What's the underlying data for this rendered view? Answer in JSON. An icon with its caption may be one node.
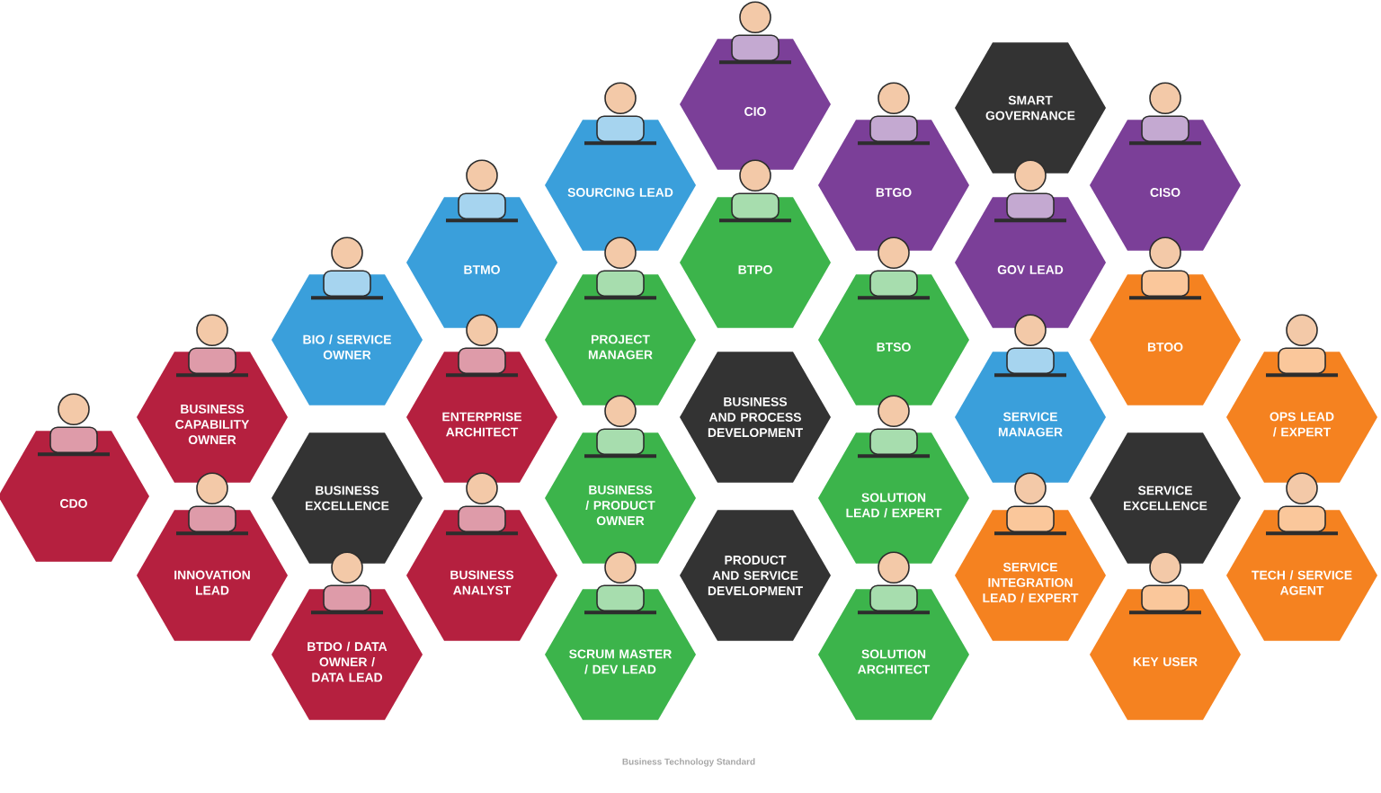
{
  "diagram": {
    "nodes": [
      {
        "text": [
          "CDO"
        ]
      },
      {
        "text": [
          "BUSINESS CAPABILITY OWNER"
        ]
      },
      {
        "text": [
          "INNOVATION LEAD"
        ]
      },
      {
        "text": [
          "BIO / SERVICE OWNER"
        ]
      },
      {
        "text": [
          "BUSINESS EXCELLENCE"
        ]
      },
      {
        "text": [
          "BTDO / DATA OWNER / DATA LEAD"
        ]
      },
      {
        "text": [
          "BTMO"
        ]
      },
      {
        "text": [
          "ENTERPRISE ARCHITECT"
        ]
      },
      {
        "text": [
          "BUSINESS ANALYST"
        ]
      },
      {
        "text": [
          "SOURCING LEAD"
        ]
      },
      {
        "text": [
          "PROJECT MANAGER"
        ]
      },
      {
        "text": [
          "BUSINESS / PRODUCT OWNER"
        ]
      },
      {
        "text": [
          "SCRUM MASTER / DEV LEAD"
        ]
      },
      {
        "text": [
          "CIO"
        ]
      },
      {
        "text": [
          "BTPO"
        ]
      },
      {
        "text": [
          "BUSINESS AND PROCESS DEVELOPMENT"
        ]
      },
      {
        "text": [
          "PRODUCT AND SERVICE DEVELOPMENT"
        ]
      },
      {
        "text": [
          "BTGO"
        ]
      },
      {
        "text": [
          "BTSO"
        ]
      },
      {
        "text": [
          "SOLUTION LEAD / EXPERT"
        ]
      },
      {
        "text": [
          "SOLUTION ARCHITECT"
        ]
      },
      {
        "text": [
          "SMART GOVERNANCE"
        ]
      },
      {
        "text": [
          "GOV LEAD"
        ]
      },
      {
        "text": [
          "SERVICE MANAGER"
        ]
      },
      {
        "text": [
          "SERVICE INTEGRATION LEAD / EXPERT"
        ]
      },
      {
        "text": [
          "CISO"
        ]
      },
      {
        "text": [
          "BTOO"
        ]
      },
      {
        "text": [
          "SERVICE EXCELLENCE"
        ]
      },
      {
        "text": [
          "KEY USER"
        ]
      },
      {
        "text": [
          "OPS LEAD / EXPERT"
        ]
      },
      {
        "text": [
          "TECH / SERVICE AGENT"
        ]
      }
    ],
    "labels": [
      "Business Technology Standard"
    ]
  }
}
